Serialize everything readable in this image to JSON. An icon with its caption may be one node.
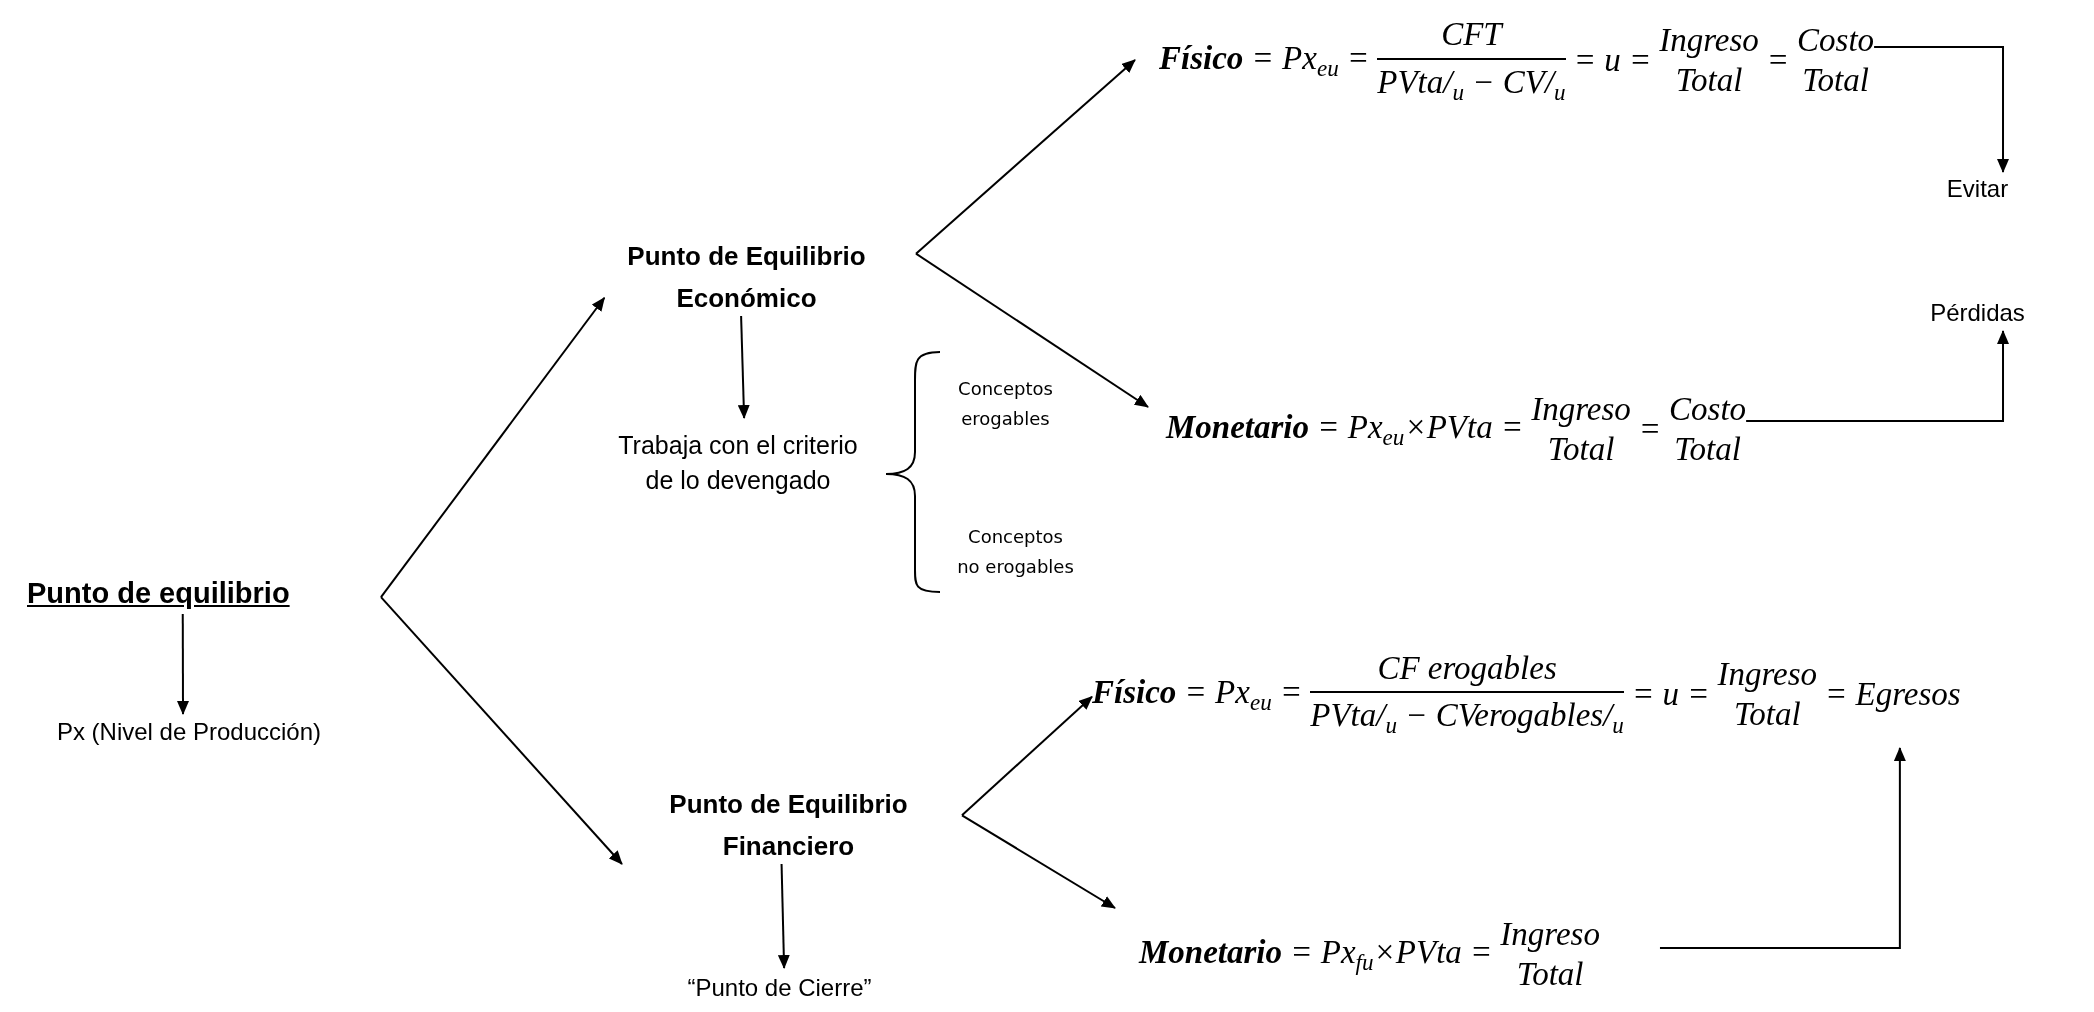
{
  "diagram": {
    "nodes": [
      {
        "text": [
          "Punto de equilibrio"
        ]
      },
      {
        "text": [
          "Px (Nivel de Producción)"
        ]
      },
      {
        "text": [
          "Punto de Equilibrio Económico"
        ]
      },
      {
        "text": [
          "Punto de Equilibrio Financiero"
        ]
      },
      {
        "text": [
          "Trabaja con el criterio de lo devengado"
        ]
      },
      {
        "text": [
          "Conceptos erogables"
        ]
      },
      {
        "text": [
          "Conceptos no erogables"
        ]
      },
      {
        "text": [
          "“Punto de Cierre”"
        ]
      },
      {
        "text": [
          "**Físico** = Px$_{eu}$ =",
          "CFT",
          "PVta/$_{u}$ − CV/$_{u}$",
          "= u =",
          "Ingreso",
          "Total",
          "=",
          "Costo",
          "Total"
        ]
      },
      {
        "text": [
          "**Monetario** = Px$_{eu}$×PVta =",
          "Ingreso",
          "Total",
          "=",
          "Costo",
          "Total"
        ]
      },
      {
        "text": [
          "Evitar",
          "Pérdidas"
        ]
      },
      {
        "text": [
          "**Físico** = Px$_{eu}$ =",
          "CF erogables",
          "PVta/$_{u}$ − CVerogables/$_{u}$",
          "= u =",
          "Ingreso",
          "Total",
          "= Egresos"
        ]
      },
      {
        "text": [
          "**Monetario** = Px$_{fu}$×PVta =",
          "Ingreso",
          "Total"
        ]
      }
    ],
    "edges": [
      {
        "from": 0,
        "to": 1,
        "arrow": "to"
      },
      {
        "from": 0,
        "to": 2,
        "arrow": "to"
      },
      {
        "from": 0,
        "to": 3,
        "arrow": "to"
      },
      {
        "from": 2,
        "to": 4,
        "arrow": "to"
      },
      {
        "from": 2,
        "to": 8,
        "arrow": "to"
      },
      {
        "from": 2,
        "to": 9,
        "arrow": "to"
      },
      {
        "from": 8,
        "to": 10,
        "arrow": "to"
      },
      {
        "from": 9,
        "to": 10,
        "arrow": "to"
      },
      {
        "from": 3,
        "to": 11,
        "arrow": "to"
      },
      {
        "from": 3,
        "to": 12,
        "arrow": "to"
      },
      {
        "from": 3,
        "to": 7,
        "arrow": "to"
      },
      {
        "from": 12,
        "to": 11,
        "arrow": "to"
      }
    ]
  }
}
